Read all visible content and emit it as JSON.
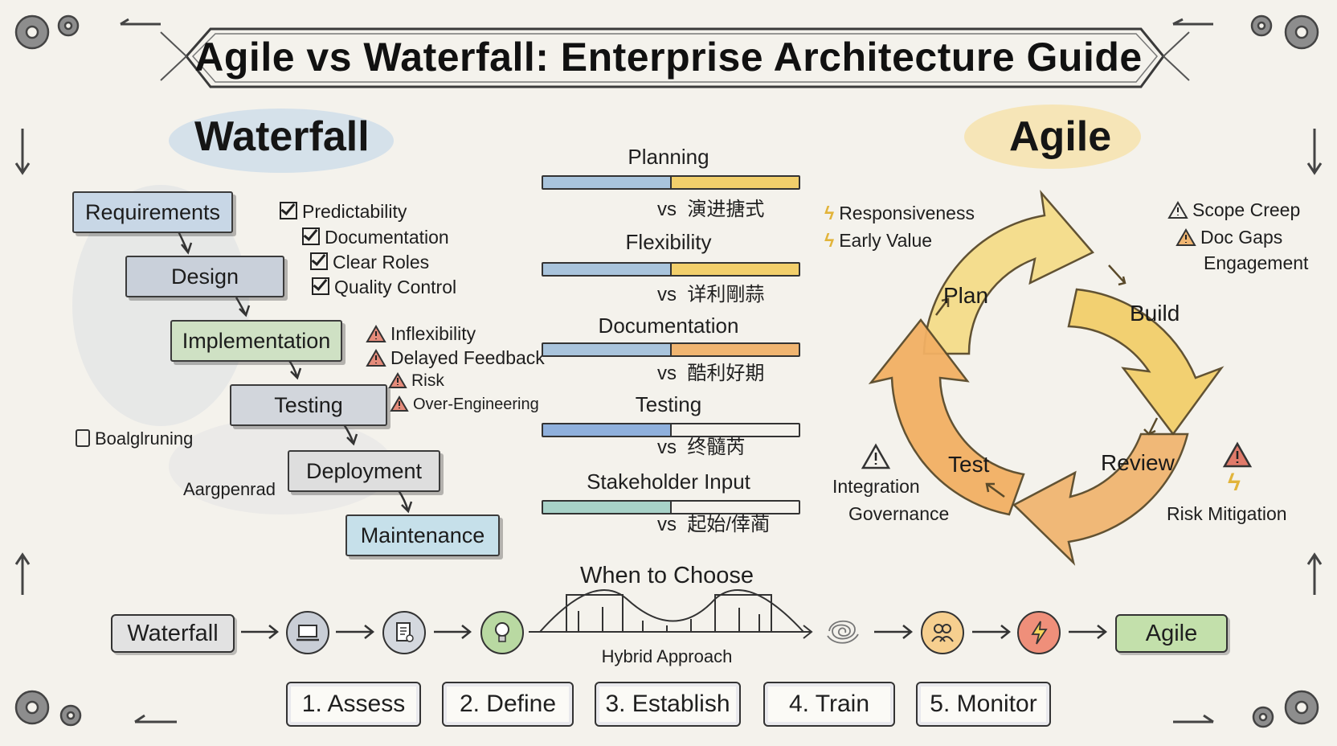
{
  "title": "Agile vs Waterfall: Enterprise Architecture Guide",
  "waterfall": {
    "heading": "Waterfall",
    "steps": [
      "Requirements",
      "Design",
      "Implementation",
      "Testing",
      "Deployment",
      "Maintenance"
    ],
    "pros": [
      "Predictability",
      "Documentation",
      "Clear Roles",
      "Quality Control"
    ],
    "cons": [
      "Inflexibility",
      "Delayed Feedback",
      "Risk",
      "Over-Engineering"
    ],
    "side_note_1": "Boalglruning",
    "side_note_2": "Aargpenrad"
  },
  "comparison": [
    {
      "label": "Planning",
      "vs": "vs",
      "cjk": "演进搪式",
      "waterfall_share": 0.5
    },
    {
      "label": "Flexibility",
      "vs": "vs",
      "cjk": "详利剛蒜",
      "waterfall_share": 0.5
    },
    {
      "label": "Documentation",
      "vs": "vs",
      "cjk": "酷利好期",
      "waterfall_share": 0.5
    },
    {
      "label": "Testing",
      "vs": "vs",
      "cjk": "终髓芮",
      "waterfall_share": 0.5
    },
    {
      "label": "Stakeholder Input",
      "vs": "vs",
      "cjk": "起始/倖蔺",
      "waterfall_share": 0.5
    }
  ],
  "agile": {
    "heading": "Agile",
    "pros": [
      "Responsiveness",
      "Early Value"
    ],
    "cons": [
      "Scope Creep",
      "Doc Gaps"
    ],
    "cons_extra": "Engagement",
    "cycle": [
      "Plan",
      "Build",
      "Review",
      "Test"
    ],
    "left_note": [
      "Integration",
      "Governance"
    ],
    "right_note": "Risk Mitigation"
  },
  "choose": {
    "heading": "When to Choose",
    "left_pill": "Waterfall",
    "right_pill": "Agile",
    "bridge_label": "Hybrid Approach",
    "icons": [
      "laptop-icon",
      "document-icon",
      "lightbulb-icon",
      "scribble-icon",
      "team-icon",
      "lightning-icon"
    ],
    "steps": [
      "1. Assess",
      "2. Define",
      "3. Establish",
      "4. Train",
      "5. Monitor"
    ]
  },
  "colors": {
    "waterfall_blue": "#a9c4dc",
    "agile_yellow": "#f2cf6b",
    "agile_orange": "#f0b571",
    "green": "#b9d9a2",
    "warn_red": "#e07a6a"
  }
}
